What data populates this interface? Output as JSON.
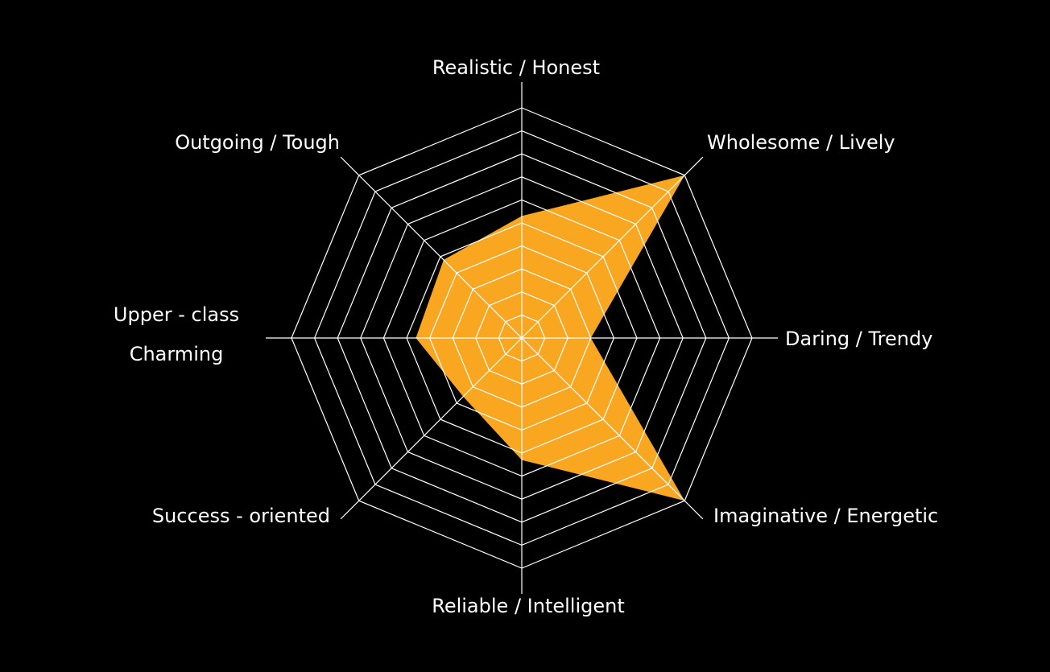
{
  "chart_data": {
    "type": "radar",
    "axes": [
      {
        "label": "Realistic / Honest"
      },
      {
        "label": "Wholesome / Lively"
      },
      {
        "label": "Daring / Trendy"
      },
      {
        "label": "Imaginative / Energetic"
      },
      {
        "label": "Reliable / Intelligent"
      },
      {
        "label": "Success - oriented"
      },
      {
        "label": "Upper - class",
        "label2": "Charming"
      },
      {
        "label": "Outgoing / Tough"
      }
    ],
    "values": [
      5.3,
      10,
      3.0,
      10,
      5.3,
      3.6,
      4.6,
      4.8
    ],
    "range": [
      0,
      10
    ],
    "rings": 5,
    "grid": true,
    "legend": "none",
    "colors": {
      "background": "#000000",
      "fill": "#F9A620",
      "grid": "#FFFFFF",
      "text": "#FFFFFF"
    }
  }
}
